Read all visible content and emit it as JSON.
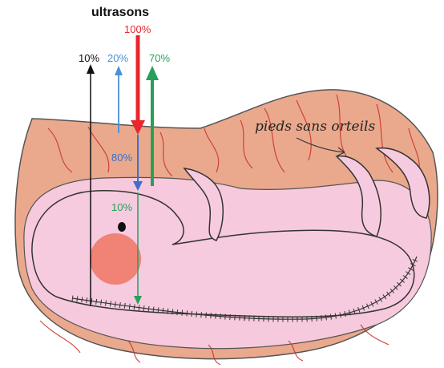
{
  "title": "ultrasons",
  "annotation": "pieds sans orteils",
  "labels": {
    "incident": "100%",
    "reflected_skin": "10%",
    "reflected_wall": "20%",
    "reflected_fetus": "70%",
    "transmitted": "80%",
    "transmitted_deep": "10%"
  },
  "colors": {
    "incident": "#e8262b",
    "reflected_skin": "#111111",
    "reflected_wall": "#4a90d9",
    "reflected_fetus": "#27a05a",
    "transmitted_blue": "#3b6fd0",
    "transmitted_green": "#27a05a",
    "uterus_wall": "#eaa98c",
    "amniotic": "#f7c9dc",
    "fetus": "#f6cbe0",
    "placenta": "#f07a6a",
    "vessel": "#c9302c",
    "outline": "#333333"
  }
}
